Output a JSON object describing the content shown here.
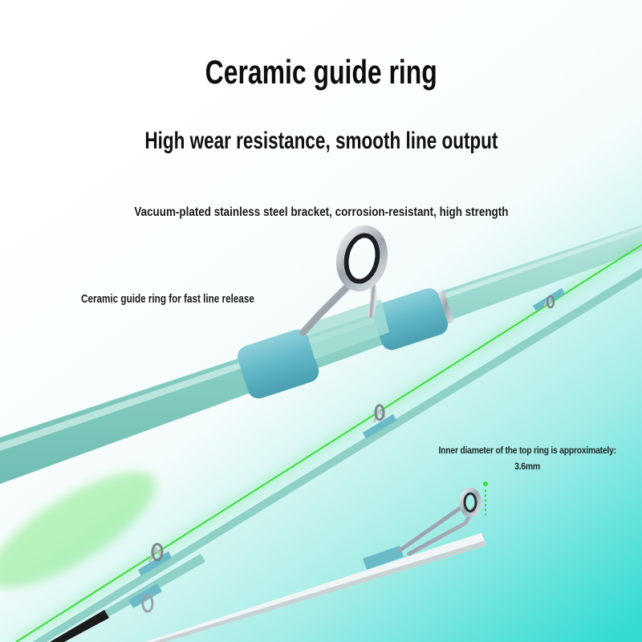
{
  "title": "Ceramic guide ring",
  "subtitle": "High wear resistance, smooth line output",
  "feature_bracket": "Vacuum-plated stainless steel bracket, corrosion-resistant, high strength",
  "feature_ring": "Ceramic guide ring for fast line release",
  "top_ring_note": {
    "label": "Inner diameter of the top ring is approximately:",
    "value": "3.6mm"
  },
  "colors": {
    "rod": "#8fd3c9",
    "wrap": "#5fb6c6",
    "line": "#3fdc3f",
    "background_accent": "#35dcd4"
  }
}
